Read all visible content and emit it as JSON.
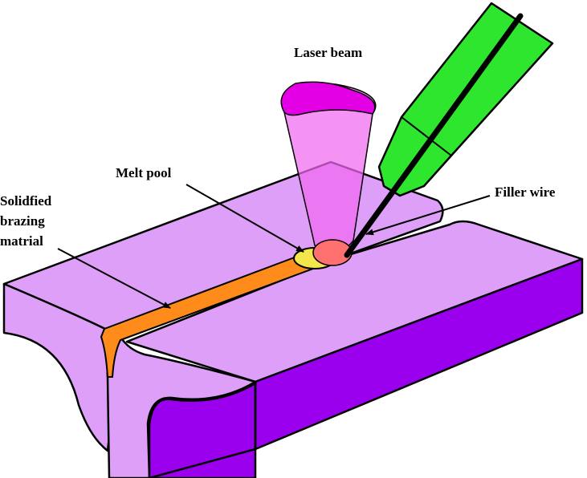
{
  "labels": {
    "laser_beam": "Laser beam",
    "melt_pool": "Melt pool",
    "filler_wire": "Filler wire",
    "solidified_lines": [
      "Solidfied",
      "brazing",
      "matrial"
    ]
  },
  "colors": {
    "sheet_light": "#dd9ff7",
    "sheet_dark": "#9a00ee",
    "braze_seam": "#ff8c1a",
    "melt_pool": "#f3e64d",
    "laser_beam": "#f06af0",
    "laser_top": "#e400e4",
    "laser_spot": "#ff7070",
    "wire_nozzle": "#2ee62e",
    "outline": "#000000"
  }
}
